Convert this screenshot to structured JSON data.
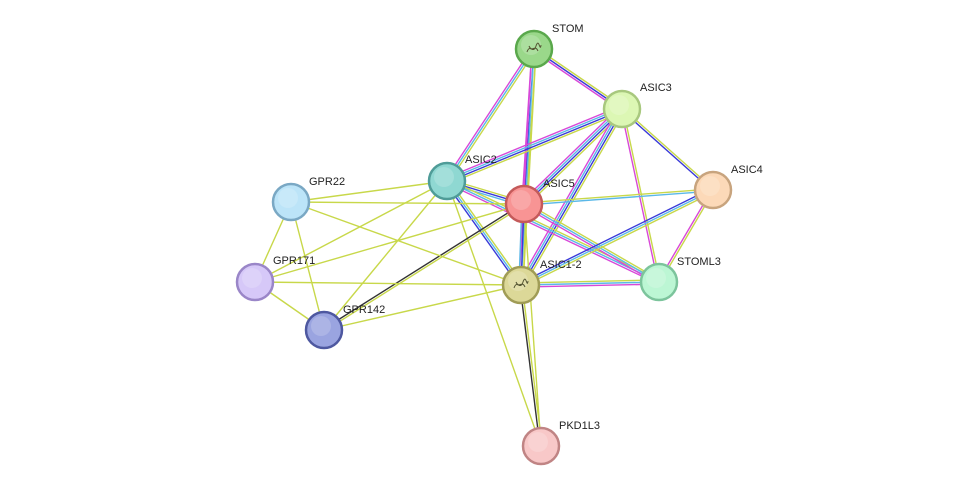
{
  "nodes": [
    {
      "id": "STOM",
      "label": "STOM",
      "fill": "#9ad88a",
      "stroke": "#5aa84c",
      "icon": "protein-structure-icon"
    },
    {
      "id": "ASIC3",
      "label": "ASIC3",
      "fill": "#dcf7b4",
      "stroke": "#a8c87e"
    },
    {
      "id": "ASIC4",
      "label": "ASIC4",
      "fill": "#fcd9b8",
      "stroke": "#c8a47e"
    },
    {
      "id": "ASIC2",
      "label": "ASIC2",
      "fill": "#8fd8d2",
      "stroke": "#4f9c98"
    },
    {
      "id": "ASIC5",
      "label": "ASIC5",
      "fill": "#f89494",
      "stroke": "#c45a5a"
    },
    {
      "id": "GPR22",
      "label": "GPR22",
      "fill": "#bce4f8",
      "stroke": "#7aa8c4"
    },
    {
      "id": "GPR171",
      "label": "GPR171",
      "fill": "#d6c8f8",
      "stroke": "#9a86c8"
    },
    {
      "id": "GPR142",
      "label": "GPR142",
      "fill": "#9aa4e0",
      "stroke": "#4e58a0"
    },
    {
      "id": "ASIC1-2",
      "label": "ASIC1-2",
      "fill": "#dcd898",
      "stroke": "#a09c56",
      "icon": "protein-structure-icon"
    },
    {
      "id": "STOML3",
      "label": "STOML3",
      "fill": "#bcf6d4",
      "stroke": "#7cc49c"
    },
    {
      "id": "PKD1L3",
      "label": "PKD1L3",
      "fill": "#f8c8c8",
      "stroke": "#c08484"
    }
  ],
  "edges": [
    {
      "source": "STOM",
      "target": "ASIC3",
      "colors": [
        "#c8d84a",
        "#3a3ad8",
        "#d848d8"
      ]
    },
    {
      "source": "STOM",
      "target": "ASIC2",
      "colors": [
        "#c8d84a",
        "#5ab8e8",
        "#d848d8"
      ]
    },
    {
      "source": "STOM",
      "target": "ASIC5",
      "colors": [
        "#c8d84a",
        "#3a3ad8",
        "#d848d8"
      ]
    },
    {
      "source": "STOM",
      "target": "ASIC1-2",
      "colors": [
        "#c8d84a",
        "#5ab8e8",
        "#d848d8"
      ]
    },
    {
      "source": "ASIC3",
      "target": "ASIC2",
      "colors": [
        "#c8d84a",
        "#3a3ad8",
        "#5ab8e8",
        "#d848d8"
      ]
    },
    {
      "source": "ASIC3",
      "target": "ASIC5",
      "colors": [
        "#c8d84a",
        "#3a3ad8",
        "#5ab8e8",
        "#d848d8"
      ]
    },
    {
      "source": "ASIC3",
      "target": "ASIC1-2",
      "colors": [
        "#c8d84a",
        "#3a3ad8",
        "#5ab8e8",
        "#d848d8"
      ]
    },
    {
      "source": "ASIC3",
      "target": "ASIC4",
      "colors": [
        "#c8d84a",
        "#3a3ad8"
      ]
    },
    {
      "source": "ASIC3",
      "target": "STOML3",
      "colors": [
        "#c8d84a",
        "#d848d8"
      ]
    },
    {
      "source": "ASIC2",
      "target": "ASIC5",
      "colors": [
        "#c8d84a",
        "#3a3ad8",
        "#5ab8e8"
      ]
    },
    {
      "source": "ASIC2",
      "target": "ASIC1-2",
      "colors": [
        "#c8d84a",
        "#5ab8e8",
        "#3a3ad8"
      ]
    },
    {
      "source": "ASIC2",
      "target": "STOML3",
      "colors": [
        "#c8d84a",
        "#5ab8e8",
        "#d848d8"
      ]
    },
    {
      "source": "ASIC2",
      "target": "GPR22",
      "colors": [
        "#c8d84a"
      ]
    },
    {
      "source": "ASIC2",
      "target": "GPR171",
      "colors": [
        "#c8d84a"
      ]
    },
    {
      "source": "ASIC2",
      "target": "GPR142",
      "colors": [
        "#c8d84a"
      ]
    },
    {
      "source": "ASIC2",
      "target": "PKD1L3",
      "colors": [
        "#c8d84a"
      ]
    },
    {
      "source": "ASIC5",
      "target": "ASIC4",
      "colors": [
        "#c8d84a",
        "#5ab8e8"
      ]
    },
    {
      "source": "ASIC5",
      "target": "ASIC1-2",
      "colors": [
        "#c8d84a",
        "#3a3ad8",
        "#5ab8e8"
      ]
    },
    {
      "source": "ASIC5",
      "target": "STOML3",
      "colors": [
        "#c8d84a",
        "#5ab8e8",
        "#d848d8"
      ]
    },
    {
      "source": "ASIC5",
      "target": "GPR22",
      "colors": [
        "#c8d84a"
      ]
    },
    {
      "source": "ASIC5",
      "target": "GPR171",
      "colors": [
        "#c8d84a"
      ]
    },
    {
      "source": "ASIC5",
      "target": "GPR142",
      "colors": [
        "#c8d84a",
        "#333333"
      ]
    },
    {
      "source": "ASIC5",
      "target": "PKD1L3",
      "colors": [
        "#c8d84a"
      ]
    },
    {
      "source": "ASIC4",
      "target": "ASIC1-2",
      "colors": [
        "#c8d84a",
        "#5ab8e8",
        "#3a3ad8"
      ]
    },
    {
      "source": "ASIC4",
      "target": "STOML3",
      "colors": [
        "#c8d84a",
        "#d848d8"
      ]
    },
    {
      "source": "ASIC1-2",
      "target": "STOML3",
      "colors": [
        "#c8d84a",
        "#5ab8e8",
        "#d848d8"
      ]
    },
    {
      "source": "ASIC1-2",
      "target": "GPR22",
      "colors": [
        "#c8d84a"
      ]
    },
    {
      "source": "ASIC1-2",
      "target": "GPR171",
      "colors": [
        "#c8d84a"
      ]
    },
    {
      "source": "ASIC1-2",
      "target": "GPR142",
      "colors": [
        "#c8d84a"
      ]
    },
    {
      "source": "ASIC1-2",
      "target": "PKD1L3",
      "colors": [
        "#c8d84a",
        "#333333"
      ]
    },
    {
      "source": "GPR22",
      "target": "GPR171",
      "colors": [
        "#c8d84a"
      ]
    },
    {
      "source": "GPR22",
      "target": "GPR142",
      "colors": [
        "#c8d84a"
      ]
    },
    {
      "source": "GPR171",
      "target": "GPR142",
      "colors": [
        "#c8d84a"
      ]
    }
  ]
}
